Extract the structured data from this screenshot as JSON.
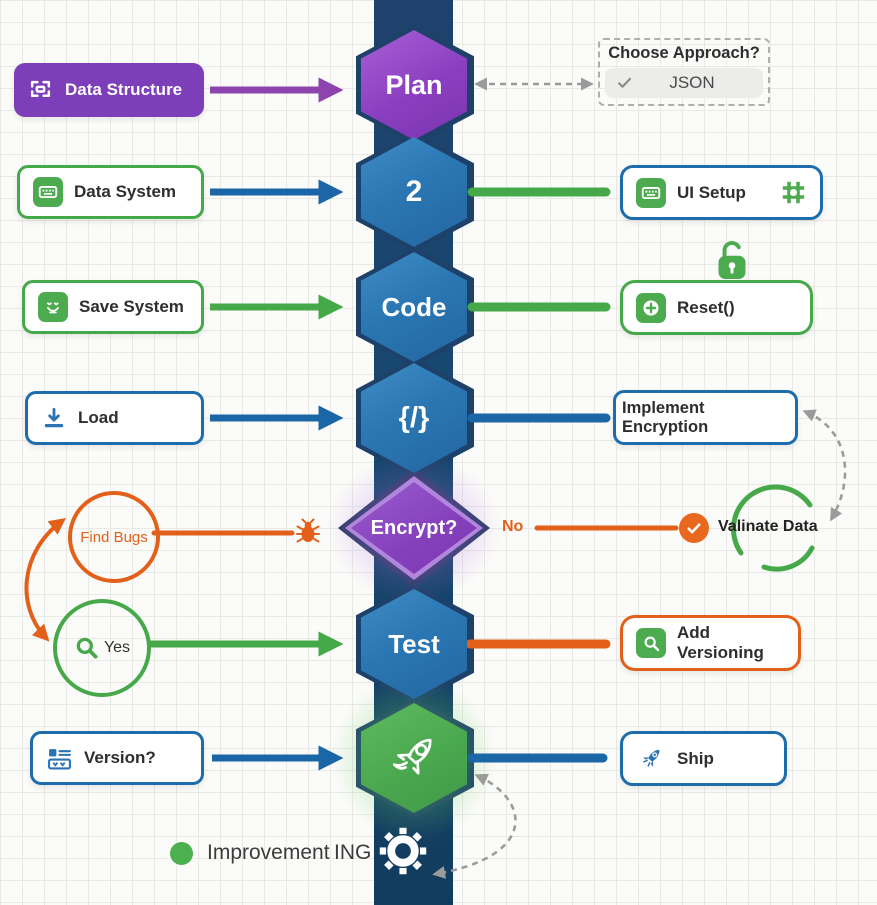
{
  "palette": {
    "purple": "#8e44ad",
    "blue": "#1d6cab",
    "green": "#45a949",
    "orange": "#e2601a",
    "bar_navy": "#17486f",
    "dashed_gray": "#9b9b9b"
  },
  "timeline": {
    "nodes": [
      {
        "label": "Plan"
      },
      {
        "label": "2"
      },
      {
        "label": "Code"
      },
      {
        "label": "{/}"
      },
      {
        "label": "Encrypt?"
      },
      {
        "label": "Test"
      },
      {
        "label": "",
        "icon": "rocket-icon"
      }
    ],
    "bottom_icon": "gear-icon"
  },
  "left": {
    "data_structure": "Data Structure",
    "data_system": "Data System",
    "save_system": "Save System",
    "load": "Load",
    "find_bugs": "Find Bugs",
    "yes": "Yes",
    "version": "Version?"
  },
  "right": {
    "choose_title": "Choose Approach?",
    "choose_option": "JSON",
    "ui_setup": "UI Setup",
    "reset": "Reset()",
    "implement": "Implement Encryption",
    "no": "No",
    "valinate": "Valinate Data",
    "add_versioning": "Add Versioning",
    "ship": "Ship"
  },
  "legend": {
    "label": "Improvement",
    "suffix": "ING"
  }
}
